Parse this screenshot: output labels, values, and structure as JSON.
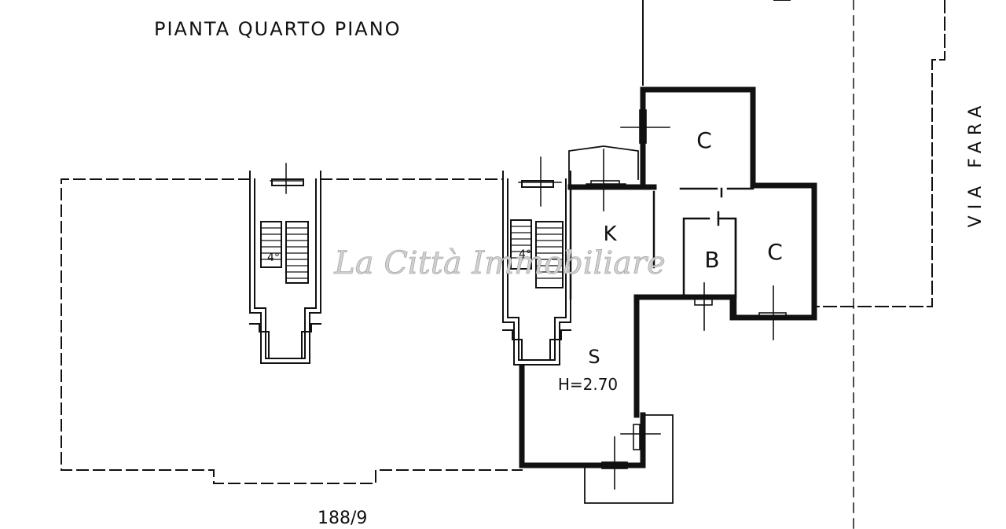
{
  "title": "PIANTA QUARTO PIANO",
  "street": "VIA FARA",
  "parcel": "188/9",
  "watermark": "La Città Immobiliare",
  "rooms": {
    "kitchen": "K",
    "closet_upper": "C",
    "closet_lower": "C",
    "bathroom": "B",
    "living": "S"
  },
  "ceiling_height": "H=2.70",
  "stair_mark_left": "4°",
  "stair_mark_right": "4°",
  "colors": {
    "ink": "#111111",
    "paper": "#ffffff",
    "watermark": "#c8c8c8"
  }
}
